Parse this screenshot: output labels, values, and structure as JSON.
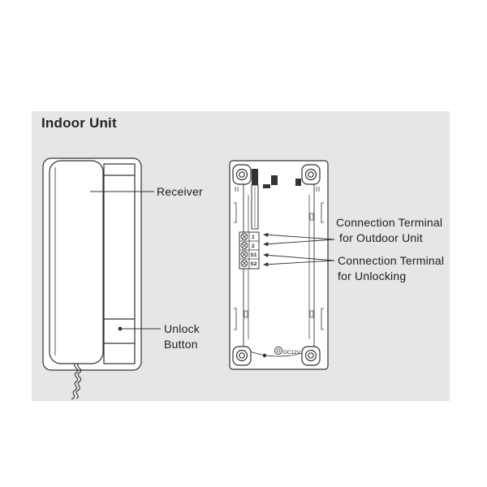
{
  "title": "Indoor Unit",
  "labels": {
    "receiver": "Receiver",
    "unlock_line1": "Unlock",
    "unlock_line2": "Button",
    "conn_outdoor_line1": "Connection Terminal",
    "conn_outdoor_line2": "for Outdoor Unit",
    "conn_unlock_line1": "Connection Terminal",
    "conn_unlock_line2": "for Unlocking"
  },
  "terminals": {
    "t1": "1",
    "t2": "2",
    "t3": "S1",
    "t4": "S2"
  },
  "dc_label": "DC12V",
  "colors": {
    "panel_bg": "#e6e6e6",
    "line": "#333333",
    "device_fill": "#ffffff"
  }
}
